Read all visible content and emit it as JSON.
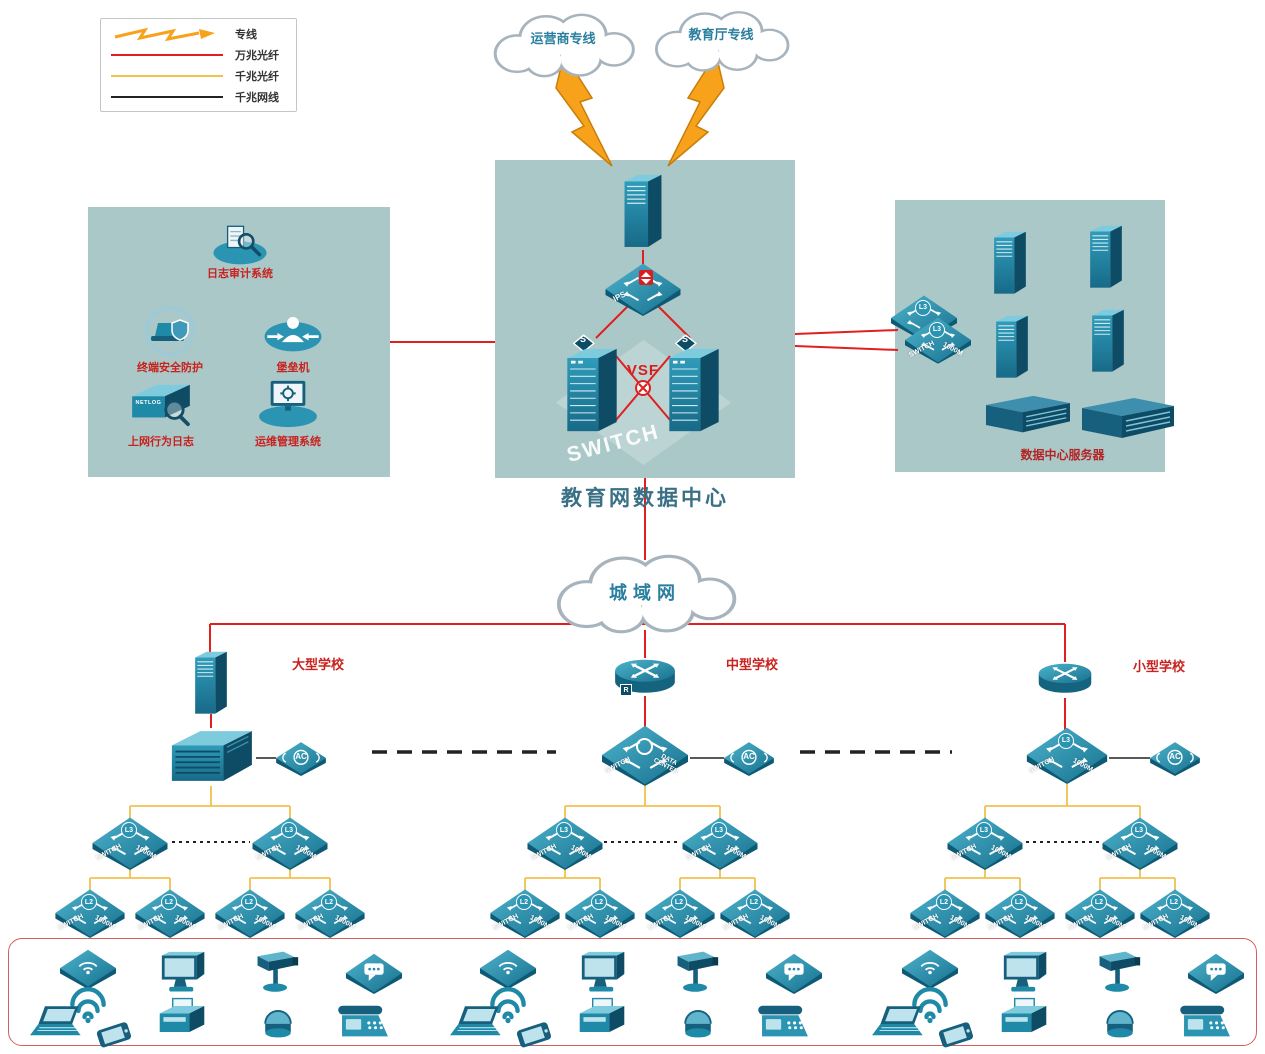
{
  "legend": {
    "items": [
      {
        "label": "专线"
      },
      {
        "label": "万兆光纤"
      },
      {
        "label": "千兆光纤"
      },
      {
        "label": "千兆网线"
      }
    ]
  },
  "clouds": {
    "carrier": "运营商专线",
    "education": "教育厅专线",
    "man": "城域网"
  },
  "datacenter": {
    "title": "教育网数据中心",
    "ips": "IPS",
    "vsf": "VSF",
    "watermark": "SWITCH",
    "core_badge": "S"
  },
  "security_zone": {
    "items": [
      {
        "label": "日志审计系统"
      },
      {
        "label": "终端安全防护"
      },
      {
        "label": "堡垒机"
      },
      {
        "label": "上网行为日志"
      },
      {
        "label": "运维管理系统"
      }
    ],
    "netlog_badge": "NETLOG"
  },
  "server_zone": {
    "label": "数据中心服务器"
  },
  "switch_labels": {
    "name": "SWITCH",
    "speed": "1000M",
    "l3": "L3",
    "l2": "L2",
    "dc": "DATA CENTER",
    "ac": "AC",
    "router_badge": "R"
  },
  "schools": [
    {
      "name": "大型学校"
    },
    {
      "name": "中型学校"
    },
    {
      "name": "小型学校"
    }
  ],
  "colors": {
    "fiber_10g": "#e01f1f",
    "fiber_1g": "#f2c14e",
    "copper_1g": "#222222",
    "dedicated_line": "#f7a21a",
    "zone_bg": "#abc8c8",
    "label_red": "#c9211e",
    "device_teal": "#1f89a8",
    "title_teal": "#3a7086"
  }
}
